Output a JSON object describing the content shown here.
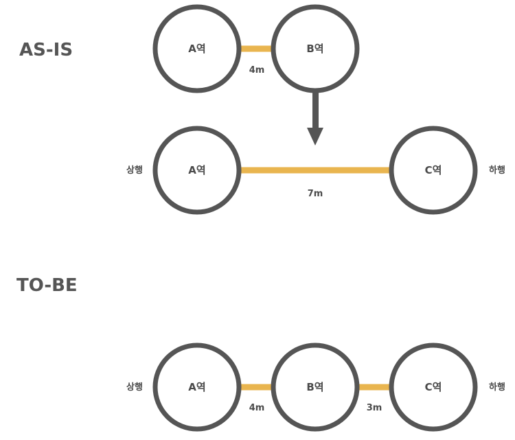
{
  "colors": {
    "station_stroke": "#555555",
    "track": "#e9b54f",
    "text": "#4a4a4a",
    "arrow": "#555555"
  },
  "as_is": {
    "title": "AS-IS",
    "before": {
      "stations": [
        "A역",
        "B역"
      ],
      "edges": [
        {
          "label": "4m"
        }
      ]
    },
    "after": {
      "up_label": "상행",
      "down_label": "하행",
      "stations": [
        "A역",
        "C역"
      ],
      "edges": [
        {
          "label": "7m"
        }
      ]
    },
    "arrow_icon": "arrow-down-icon"
  },
  "to_be": {
    "title": "TO-BE",
    "up_label": "상행",
    "down_label": "하행",
    "stations": [
      "A역",
      "B역",
      "C역"
    ],
    "edges": [
      {
        "label": "4m"
      },
      {
        "label": "3m"
      }
    ]
  }
}
